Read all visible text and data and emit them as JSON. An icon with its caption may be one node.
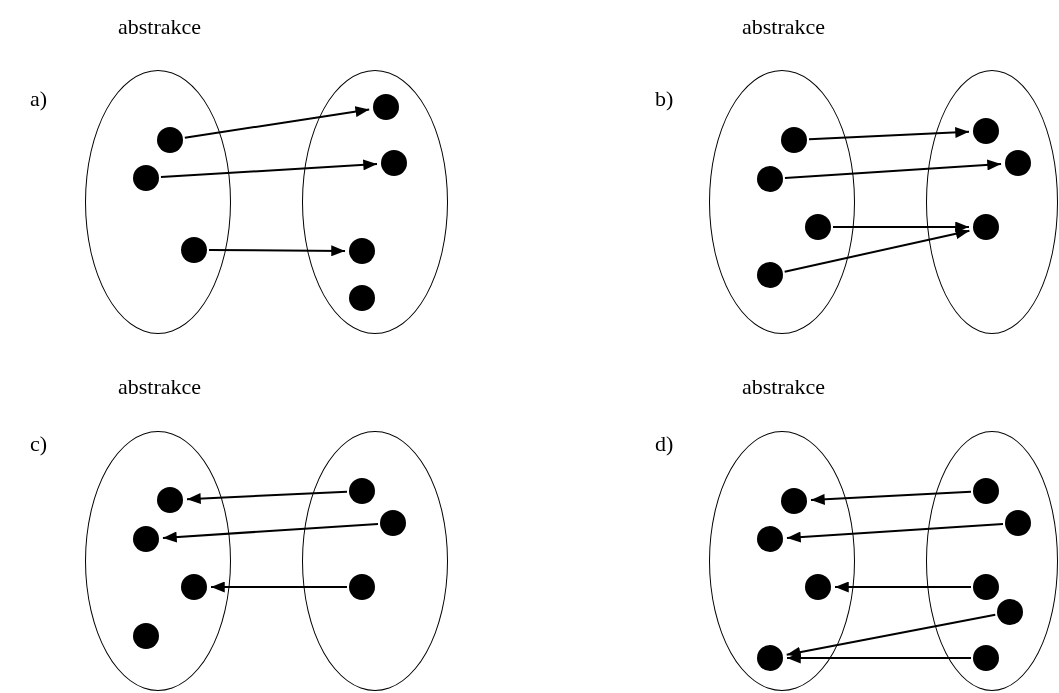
{
  "diagram": {
    "nodes": [
      {
        "text": [],
        "shape": "ellipse"
      },
      {
        "text": [],
        "shape": "circle",
        "in": 0
      },
      {
        "text": [],
        "shape": "circle",
        "in": 0
      },
      {
        "text": [],
        "shape": "circle",
        "in": 0
      },
      {
        "text": [],
        "shape": "ellipse"
      },
      {
        "text": [],
        "shape": "circle",
        "in": 4
      },
      {
        "text": [],
        "shape": "circle",
        "in": 4
      },
      {
        "text": [],
        "shape": "circle",
        "in": 4
      },
      {
        "text": [],
        "shape": "circle",
        "in": 4
      },
      {
        "text": [],
        "shape": "ellipse"
      },
      {
        "text": [],
        "shape": "circle",
        "in": 9
      },
      {
        "text": [],
        "shape": "circle",
        "in": 9
      },
      {
        "text": [],
        "shape": "circle",
        "in": 9
      },
      {
        "text": [],
        "shape": "circle",
        "in": 9
      },
      {
        "text": [],
        "shape": "ellipse"
      },
      {
        "text": [],
        "shape": "circle",
        "in": 14
      },
      {
        "text": [],
        "shape": "circle",
        "in": 14
      },
      {
        "text": [],
        "shape": "circle",
        "in": 14
      },
      {
        "text": [],
        "shape": "ellipse"
      },
      {
        "text": [],
        "shape": "circle",
        "in": 18
      },
      {
        "text": [],
        "shape": "circle",
        "in": 18
      },
      {
        "text": [],
        "shape": "circle",
        "in": 18
      },
      {
        "text": [],
        "shape": "circle",
        "in": 18
      },
      {
        "text": [],
        "shape": "ellipse"
      },
      {
        "text": [],
        "shape": "circle",
        "in": 23
      },
      {
        "text": [],
        "shape": "circle",
        "in": 23
      },
      {
        "text": [],
        "shape": "circle",
        "in": 23
      },
      {
        "text": [],
        "shape": "ellipse"
      },
      {
        "text": [],
        "shape": "circle",
        "in": 27
      },
      {
        "text": [],
        "shape": "circle",
        "in": 27
      },
      {
        "text": [],
        "shape": "circle",
        "in": 27
      },
      {
        "text": [],
        "shape": "circle",
        "in": 27
      },
      {
        "text": [],
        "shape": "ellipse"
      },
      {
        "text": [],
        "shape": "circle",
        "in": 32
      },
      {
        "text": [],
        "shape": "circle",
        "in": 32
      },
      {
        "text": [],
        "shape": "circle",
        "in": 32
      },
      {
        "text": [],
        "shape": "circle",
        "in": 32
      },
      {
        "text": [],
        "shape": "circle",
        "in": 32
      }
    ],
    "edges": [
      {
        "from": 1,
        "to": 5,
        "arrow": "to"
      },
      {
        "from": 2,
        "to": 6,
        "arrow": "to"
      },
      {
        "from": 3,
        "to": 7,
        "arrow": "to"
      },
      {
        "from": 10,
        "to": 15,
        "arrow": "to"
      },
      {
        "from": 11,
        "to": 16,
        "arrow": "to"
      },
      {
        "from": 12,
        "to": 17,
        "arrow": "to"
      },
      {
        "from": 13,
        "to": 17,
        "arrow": "to"
      },
      {
        "from": 24,
        "to": 19,
        "arrow": "to"
      },
      {
        "from": 25,
        "to": 20,
        "arrow": "to"
      },
      {
        "from": 26,
        "to": 21,
        "arrow": "to"
      },
      {
        "from": 33,
        "to": 28,
        "arrow": "to"
      },
      {
        "from": 34,
        "to": 29,
        "arrow": "to"
      },
      {
        "from": 35,
        "to": 30,
        "arrow": "to"
      },
      {
        "from": 36,
        "to": 31,
        "arrow": "to"
      },
      {
        "from": 37,
        "to": 31,
        "arrow": "to"
      }
    ],
    "labels": [
      "abstrakce",
      "abstrakce",
      "a)",
      "b)",
      "abstrakce",
      "abstrakce",
      "c)",
      "d)"
    ]
  }
}
